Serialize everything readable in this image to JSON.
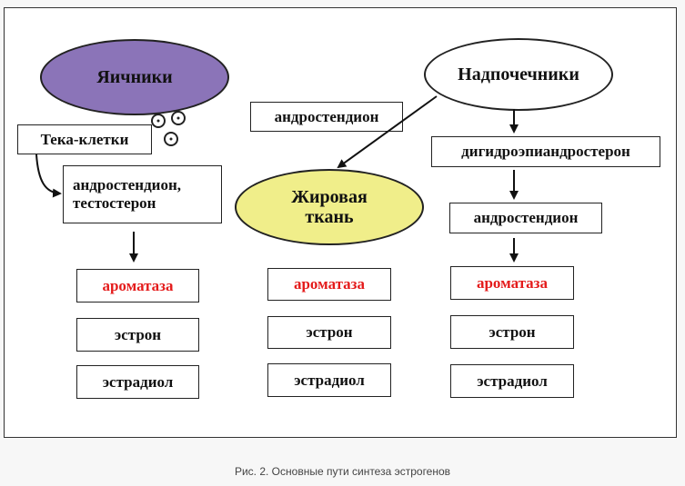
{
  "nodes": {
    "ovaries": "Яичники",
    "adrenals": "Надпочечники",
    "adipose": "Жировая ткань",
    "theca": "Тека-клетки",
    "left_androgens": "андростендион, тестостерон",
    "mid_androstenedione": "андростендион",
    "dhea": "дигидроэпиандростерон",
    "right_androstenedione": "андростендион",
    "aromatase_left": "ароматаза",
    "aromatase_mid": "ароматаза",
    "aromatase_right": "ароматаза",
    "estrone_left": "эстрон",
    "estrone_mid": "эстрон",
    "estrone_right": "эстрон",
    "estradiol_left": "эстрадиол",
    "estradiol_mid": "эстрадиол",
    "estradiol_right": "эстрадиол"
  },
  "caption": "Рис. 2. Основные пути синтеза эстрогенов",
  "colors": {
    "ovaries_fill": "#8b74b8",
    "adrenals_fill": "#ffffff",
    "adipose_fill": "#f0ee8a",
    "aromatase_text": "#e41b1b"
  }
}
